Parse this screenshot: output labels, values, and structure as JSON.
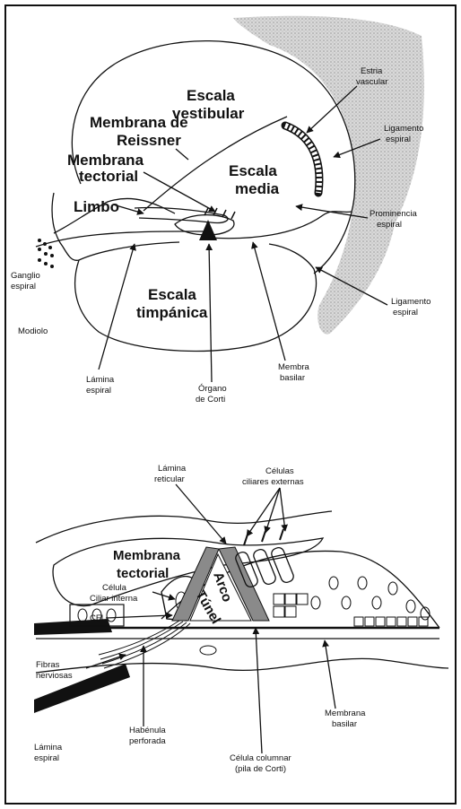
{
  "labels": {
    "escala_vestibular_1": "Escala",
    "escala_vestibular_2": "vestibular",
    "membrana_reissner_1": "Membrana de",
    "membrana_reissner_2": "Reissner",
    "membrana_tectorial_top_1": "Membrana",
    "membrana_tectorial_top_2": "tectorial",
    "limbo": "Limbo",
    "escala_media_1": "Escala",
    "escala_media_2": "media",
    "escala_timpanica_1": "Escala",
    "escala_timpanica_2": "timpánica",
    "estria_vascular_1": "Estria",
    "estria_vascular_2": "vascular",
    "ligamento_espiral_top_1": "Ligamento",
    "ligamento_espiral_top_2": "espiral",
    "prominencia_espiral_1": "Prominencia",
    "prominencia_espiral_2": "espiral",
    "ligamento_espiral_bottom_1": "Ligamento",
    "ligamento_espiral_bottom_2": "espiral",
    "ganglio_espiral_1": "Ganglio",
    "ganglio_espiral_2": "espiral",
    "modiolo": "Modiolo",
    "lamina_espiral_top_1": "Lámina",
    "lamina_espiral_top_2": "espiral",
    "organo_corti_1": "Órgano",
    "organo_corti_2": "de Corti",
    "membrana_basilar_top_1": "Membra",
    "membrana_basilar_top_2": "basilar",
    "lamina_reticular_1": "Lámina",
    "lamina_reticular_2": "reticular",
    "celulas_ciliares_externas_1": "Células",
    "celulas_ciliares_externas_2": "ciliares externas",
    "membrana_tectorial_bottom_1": "Membrana",
    "membrana_tectorial_bottom_2": "tectorial",
    "celula_ciliar_interna_1": "Célula",
    "celula_ciliar_interna_2": "Ciliar interna",
    "cfi": "CFI",
    "arco": "Arco",
    "tunel": "Túnel",
    "fibras_nerviosas_1": "Fibras",
    "fibras_nerviosas_2": "nerviosas",
    "habenula_perforada_1": "Habénula",
    "habenula_perforada_2": "perforada",
    "celula_columnar_1": "Célula columnar",
    "celula_columnar_2": "(pila de Corti)",
    "membrana_basilar_bottom_1": "Membrana",
    "membrana_basilar_bottom_2": "basilar",
    "lamina_espiral_bottom_1": "Lámina",
    "lamina_espiral_bottom_2": "espiral"
  },
  "colors": {
    "line": "#111111",
    "bone_stipple": "#bdbdbd",
    "cell_fill": "#8a8a8a",
    "background": "#ffffff"
  }
}
